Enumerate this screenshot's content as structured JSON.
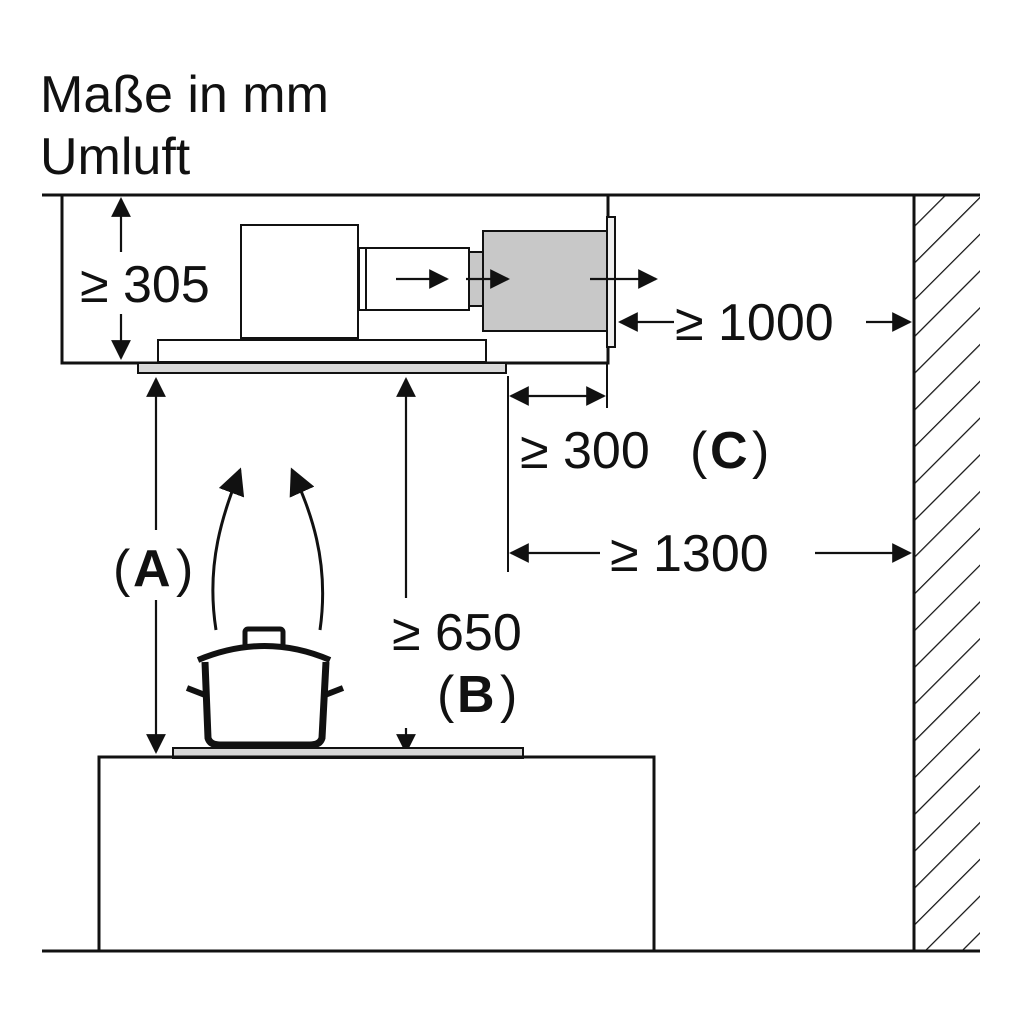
{
  "title": {
    "line1": "Maße in mm",
    "line2": "Umluft"
  },
  "dimensions": {
    "height_cabinet": "≥ 305",
    "side_clearance": "≥ 1000",
    "rear_gap": "≥ 300",
    "rear_gap_ref": "C",
    "wall_distance": "≥ 1300",
    "hob_distance": "≥ 650",
    "hob_distance_ref": "B",
    "label_a_ref": "A"
  },
  "colors": {
    "line": "#111111",
    "module_fill": "#c8c8c8",
    "hatch": "#111111"
  }
}
